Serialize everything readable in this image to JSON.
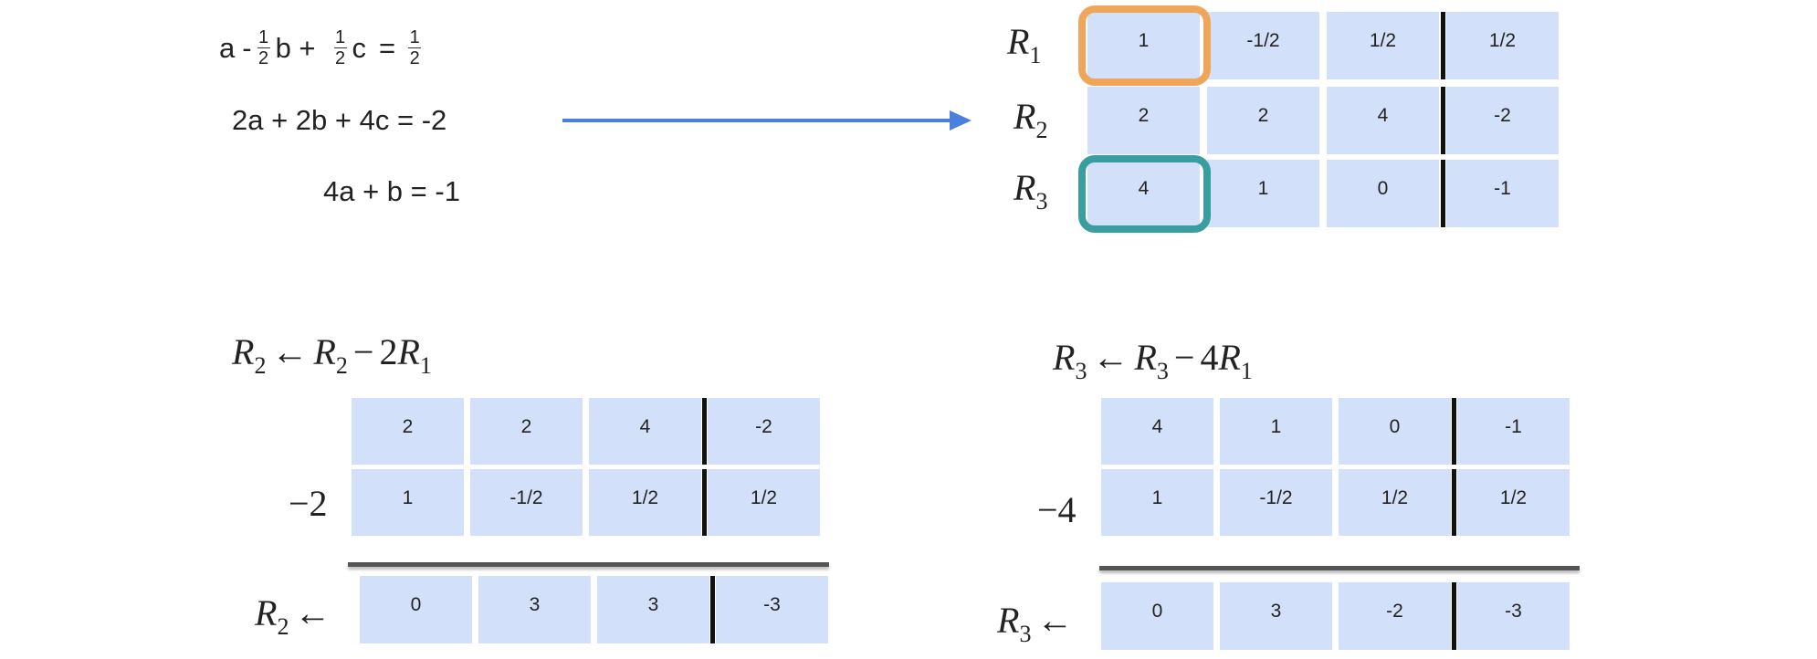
{
  "equations": {
    "eq1": {
      "a": "a",
      "minus": "-",
      "f1_num": "1",
      "f1_den": "2",
      "b": "b +",
      "f2_num": "1",
      "f2_den": "2",
      "c": "c",
      "eq": "=",
      "f3_num": "1",
      "f3_den": "2"
    },
    "eq2": "2a + 2b + 4c  =  -2",
    "eq3": "4a + b  =  -1"
  },
  "arrow_color": "#4a7fe0",
  "highlight_colors": {
    "pivot": "#f0a65a",
    "target": "#3a9ea0"
  },
  "cell_color": "#d3e0fa",
  "main_matrix": {
    "row_labels": [
      {
        "r": "R",
        "sub": "1"
      },
      {
        "r": "R",
        "sub": "2"
      },
      {
        "r": "R",
        "sub": "3"
      }
    ],
    "rows": [
      [
        "1",
        "-1/2",
        "1/2",
        "1/2"
      ],
      [
        "2",
        "2",
        "4",
        "-2"
      ],
      [
        "4",
        "1",
        "0",
        "-1"
      ]
    ]
  },
  "step_left": {
    "title": {
      "lhs": "R",
      "lhs_sub": "2",
      "arrow": "←",
      "r": "R",
      "r_sub": "2",
      "op": "−",
      "k": "2",
      "r2": "R",
      "r2_sub": "1"
    },
    "multiplier": "−2",
    "rows": [
      [
        "2",
        "2",
        "4",
        "-2"
      ],
      [
        "1",
        "-1/2",
        "1/2",
        "1/2"
      ]
    ],
    "result_label": {
      "r": "R",
      "sub": "2",
      "arrow": "←"
    },
    "result": [
      "0",
      "3",
      "3",
      "-3"
    ]
  },
  "step_right": {
    "title": {
      "lhs": "R",
      "lhs_sub": "3",
      "arrow": "←",
      "r": "R",
      "r_sub": "3",
      "op": "−",
      "k": "4",
      "r2": "R",
      "r2_sub": "1"
    },
    "multiplier": "−4",
    "rows": [
      [
        "4",
        "1",
        "0",
        "-1"
      ],
      [
        "1",
        "-1/2",
        "1/2",
        "1/2"
      ]
    ],
    "result_label": {
      "r": "R",
      "sub": "3",
      "arrow": "←"
    },
    "result": [
      "0",
      "3",
      "-2",
      "-3"
    ]
  }
}
